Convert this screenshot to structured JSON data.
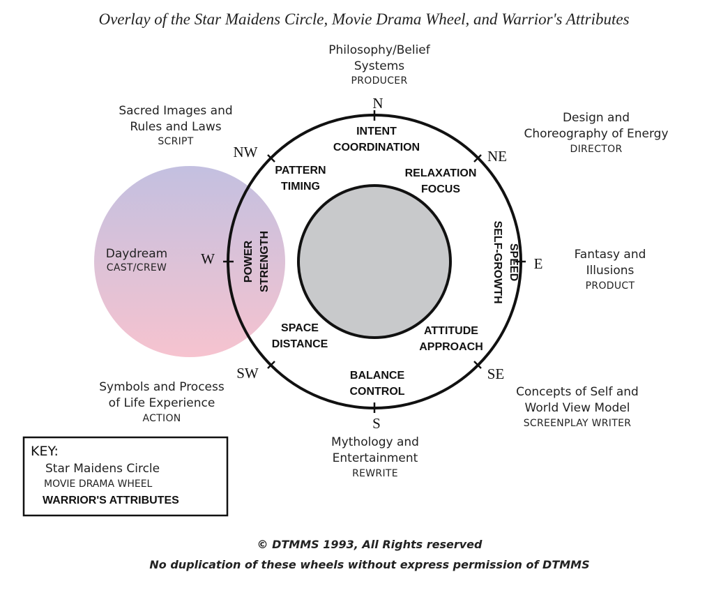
{
  "title": "Overlay of the Star Maidens Circle, Movie Drama Wheel, and Warrior's Attributes",
  "compass": {
    "n": "N",
    "ne": "NE",
    "e": "E",
    "se": "SE",
    "s": "S",
    "sw": "SW",
    "w": "W",
    "nw": "NW"
  },
  "outer_labels": {
    "north": {
      "line1": "Philosophy/Belief",
      "line2": "Systems",
      "drama": "PRODUCER"
    },
    "northeast": {
      "line1": "Design and",
      "line2": "Choreography of Energy",
      "drama": "DIRECTOR"
    },
    "east": {
      "line1": "Fantasy and",
      "line2": "Illusions",
      "drama": "PRODUCT"
    },
    "southeast": {
      "line1": "Concepts of Self and",
      "line2": "World View Model",
      "drama": "SCREENPLAY WRITER"
    },
    "south": {
      "line1": "Mythology and",
      "line2": "Entertainment",
      "drama": "REWRITE"
    },
    "southwest": {
      "line1": "Symbols and Process",
      "line2": "of Life Experience",
      "drama": "ACTION"
    },
    "west": {
      "line1": "Daydream",
      "drama": "CAST/CREW"
    },
    "northwest": {
      "line1": "Sacred Images and",
      "line2": "Rules and Laws",
      "drama": "SCRIPT"
    }
  },
  "warrior_attributes": {
    "north": {
      "line1": "INTENT",
      "line2": "COORDINATION"
    },
    "northeast": {
      "line1": "RELAXATION",
      "line2": "FOCUS"
    },
    "east": {
      "line1": "SPEED",
      "line2": "SELF-GROWTH"
    },
    "southeast": {
      "line1": "ATTITUDE",
      "line2": "APPROACH"
    },
    "south": {
      "line1": "BALANCE",
      "line2": "CONTROL"
    },
    "southwest": {
      "line1": "SPACE",
      "line2": "DISTANCE"
    },
    "west": {
      "line1": "POWER",
      "line2": "STRENGTH"
    },
    "northwest": {
      "line1": "PATTERN",
      "line2": "TIMING"
    }
  },
  "key": {
    "heading": "KEY:",
    "star_maidens": "Star Maidens Circle",
    "movie_drama": "MOVIE DRAMA WHEEL",
    "warrior": "WARRIOR'S ATTRIBUTES"
  },
  "footer": {
    "line1": "© DTMMS 1993, All Rights reserved",
    "line2": "No duplication of these wheels without express permission of DTMMS"
  },
  "colors": {
    "inner_circle_fill": "#c8c9cb",
    "highlight_top": "#c3c0e0",
    "highlight_bottom": "#f6c3cf",
    "stroke": "#111111"
  }
}
